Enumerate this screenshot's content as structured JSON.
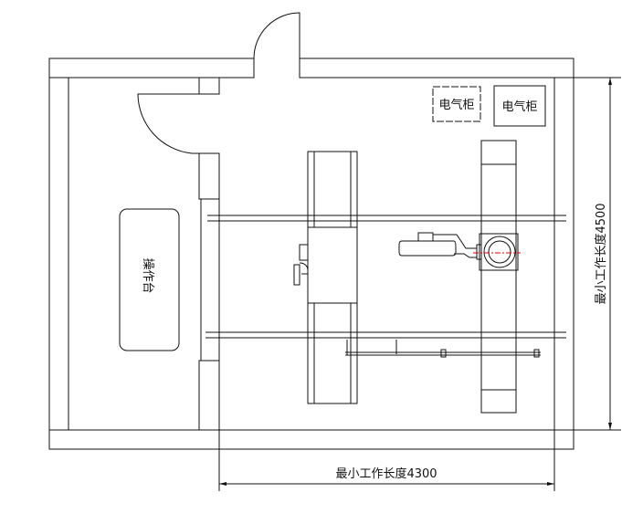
{
  "drawing": {
    "cabinets": [
      {
        "label": "电气柜"
      },
      {
        "label": "电气柜"
      }
    ],
    "console": {
      "label": "操作台"
    },
    "dimensions": {
      "width_label": "最小工作长度4300",
      "height_label": "最小工作长度4500"
    },
    "colors": {
      "line": "#111111",
      "centerline": "#e00000",
      "background": "#ffffff"
    }
  }
}
